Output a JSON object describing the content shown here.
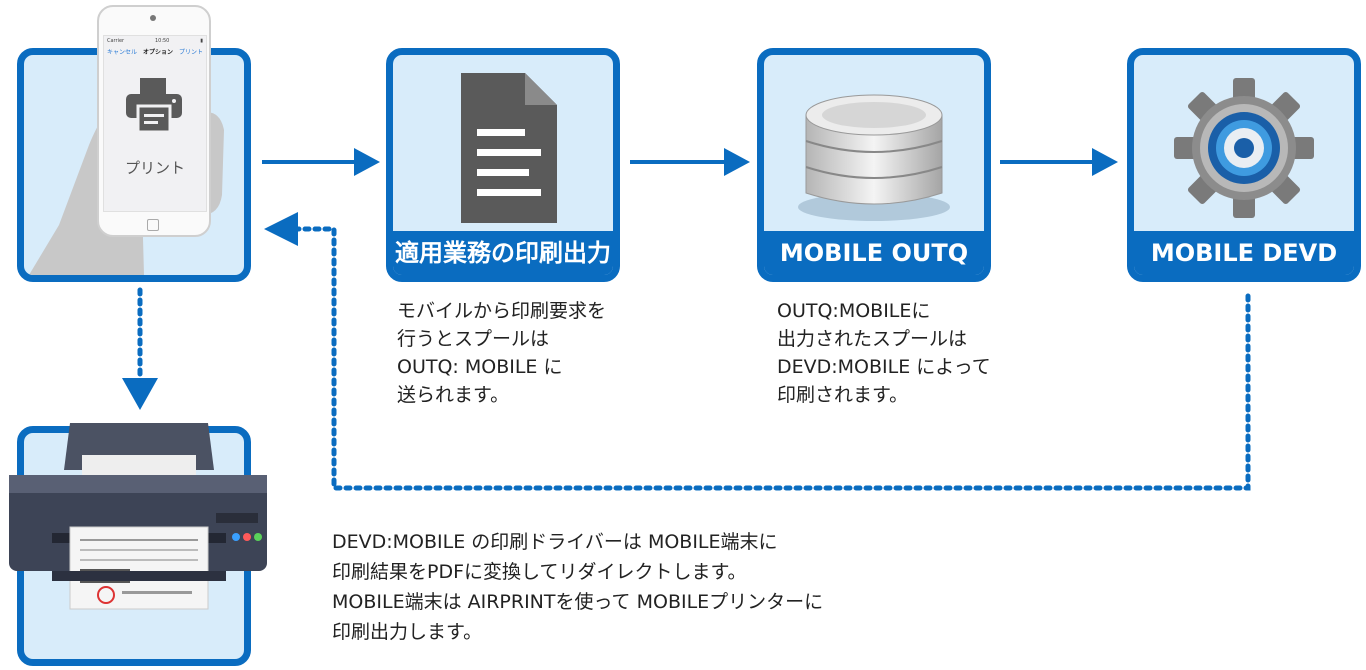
{
  "phone": {
    "carrier": "Carrier",
    "time": "10:50",
    "cancel_label": "キャンセル",
    "options_title": "オプション",
    "print_action": "プリント",
    "print_caption": "プリント"
  },
  "cards": {
    "app_output": {
      "label": "適用業務の印刷出力"
    },
    "outq": {
      "label": "MOBILE OUTQ"
    },
    "devd": {
      "label": "MOBILE DEVD"
    }
  },
  "descriptions": {
    "app_output": [
      "モバイルから印刷要求を",
      "行うとスプールは",
      "OUTQ: MOBILE に",
      "送られます。"
    ],
    "outq": [
      "OUTQ:MOBILEに",
      "出力されたスプールは",
      "DEVD:MOBILE によって",
      "印刷されます。"
    ],
    "bottom": [
      "DEVD:MOBILE の印刷ドライバーは MOBILE端末に",
      "印刷結果をPDFに変換してリダイレクトします。",
      "MOBILE端末は AIRPRINTを使って MOBILEプリンターに",
      "印刷出力します。"
    ]
  },
  "colors": {
    "accent": "#0a6cc0",
    "card_bg": "#d8ecfa",
    "icon_gray": "#5a5a5a"
  },
  "icons": {
    "document": "document-icon",
    "database": "database-icon",
    "gear": "gear-icon",
    "printer": "printer-icon",
    "phone": "smartphone-icon"
  }
}
